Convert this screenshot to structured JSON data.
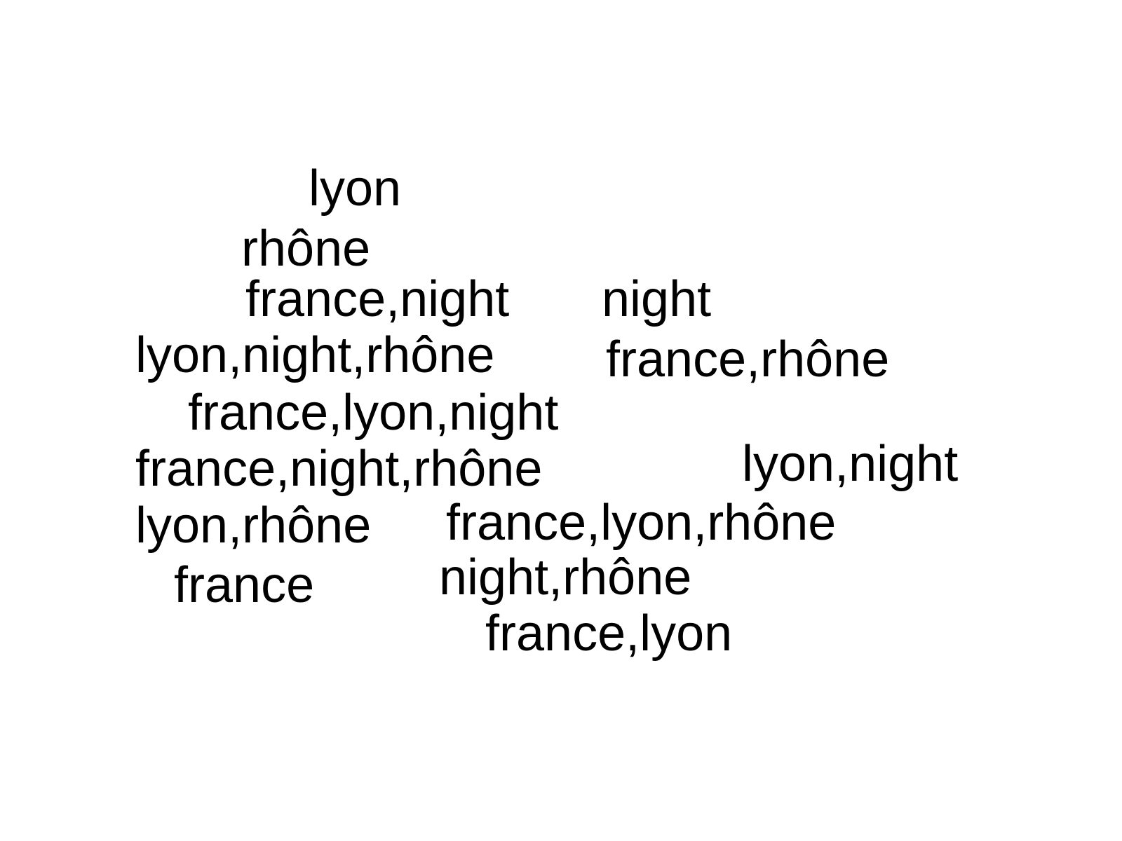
{
  "terms": [
    "lyon",
    "rhône",
    "france,night",
    "night",
    "lyon,night,rhône",
    "france,rhône",
    "france,lyon,night",
    "france,night,rhône",
    "lyon,night",
    "lyon,rhône",
    "france,lyon,rhône",
    "france",
    "night,rhône",
    "france,lyon"
  ],
  "colors": {
    "text": "#000000",
    "background": "#ffffff"
  }
}
